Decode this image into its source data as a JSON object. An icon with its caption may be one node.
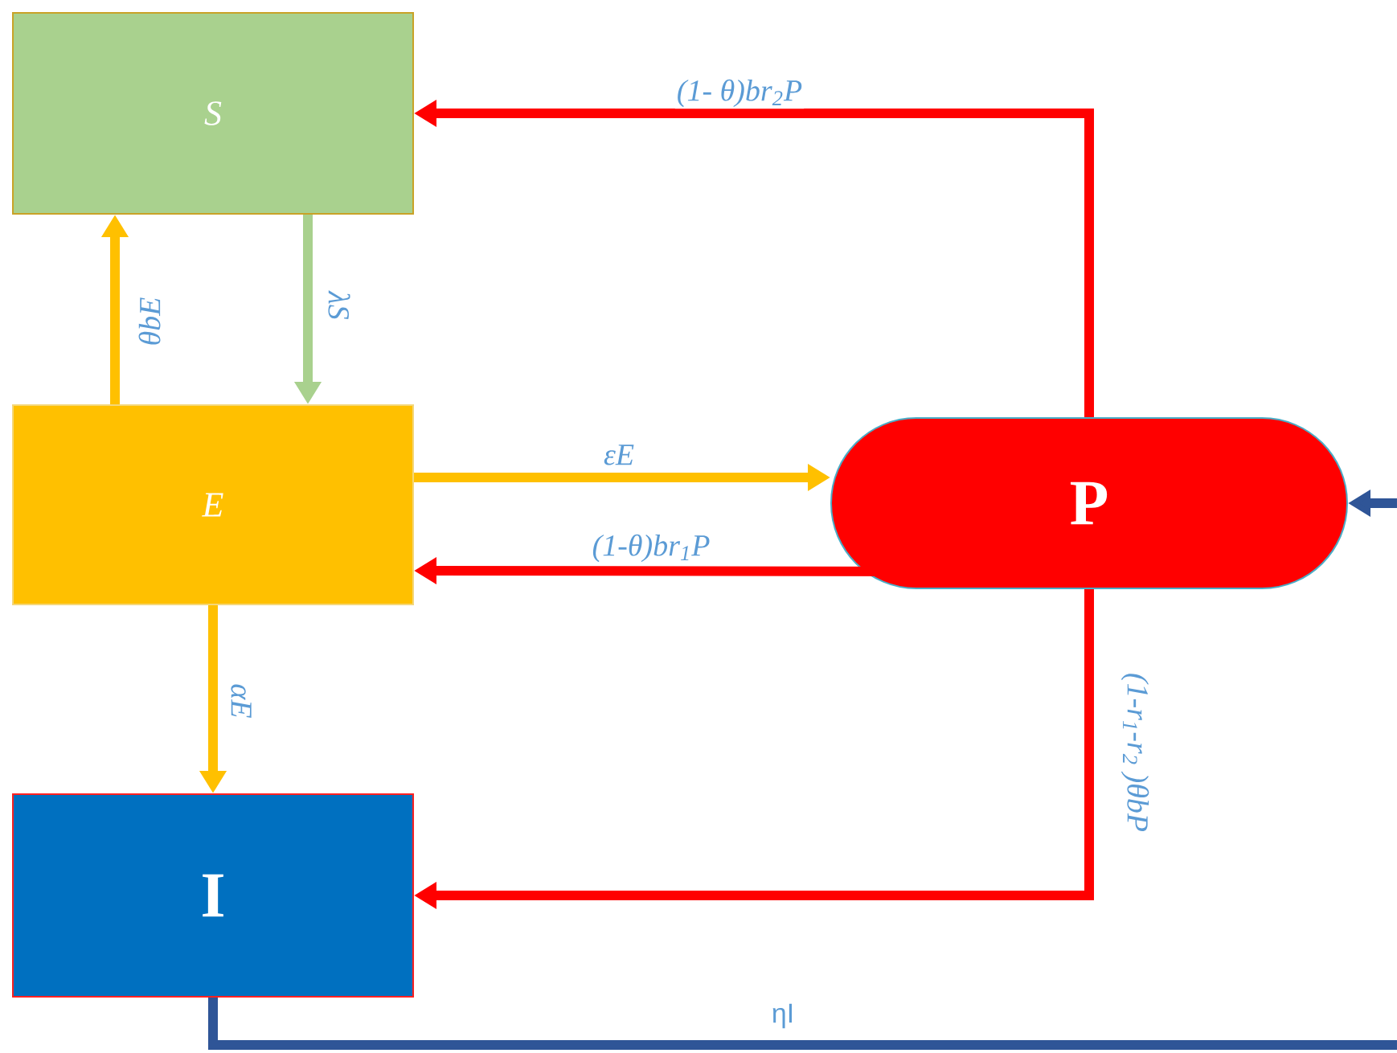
{
  "diagram": {
    "nodes": [
      {
        "text": [
          "S"
        ]
      },
      {
        "text": [
          "E"
        ]
      },
      {
        "text": [
          "I"
        ]
      },
      {
        "text": [
          "P"
        ]
      }
    ],
    "edges": [
      {
        "from": 3,
        "to": 0,
        "arrow": "to",
        "color": "#ff0000",
        "label": "(1- θ)br$_{2}$P"
      },
      {
        "from": 0,
        "to": 1,
        "arrow": "to",
        "color": "#a9d18e",
        "label": "λS"
      },
      {
        "from": 1,
        "to": 0,
        "arrow": "to",
        "color": "#ffc000",
        "label": "θbE"
      },
      {
        "from": 1,
        "to": 3,
        "arrow": "to",
        "color": "#ffc000",
        "label": "εE"
      },
      {
        "from": 3,
        "to": 1,
        "arrow": "to",
        "color": "#ff0000",
        "label": "(1-θ)br$_{1}$P"
      },
      {
        "from": 1,
        "to": 2,
        "arrow": "to",
        "color": "#ffc000",
        "label": "αE"
      },
      {
        "from": 3,
        "to": 2,
        "arrow": "to",
        "color": "#ff0000",
        "label": "(1-r$_{1}$-r$_{2}$ )θbP"
      },
      {
        "from": 2,
        "to": 3,
        "arrow": "to",
        "color": "#2f5597",
        "label": "ηI"
      }
    ]
  }
}
